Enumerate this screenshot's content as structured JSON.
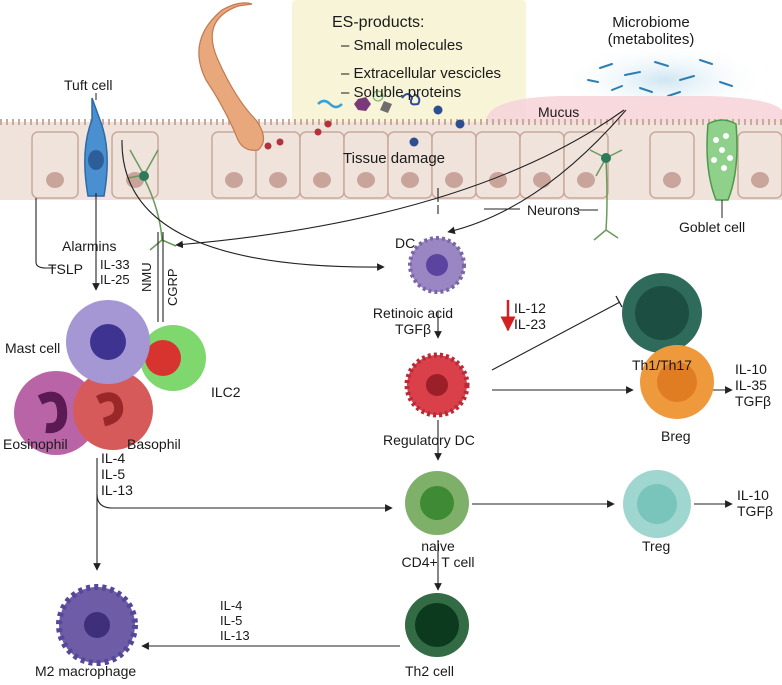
{
  "es_box": {
    "title": "ES-products:",
    "items": [
      "– Small molecules",
      "– Extracellular vescicles",
      "– Soluble proteins"
    ],
    "tissue_damage": "Tissue damage"
  },
  "microbiome": {
    "line1": "Microbiome",
    "line2": "(metabolites)"
  },
  "mucus": "Mucus",
  "tuft_cell": "Tuft cell",
  "neurons": "Neurons",
  "goblet_cell": "Goblet cell",
  "alarmins": "Alarmins",
  "tslp": "TSLP",
  "il33_il25": [
    "IL-33",
    "IL-25"
  ],
  "nmu": "NMU",
  "cgrp": "CGRP",
  "dc": "DC",
  "retinoic_acid": {
    "line1": "Retinoic acid",
    "line2": "TGFβ"
  },
  "il12_il23": [
    "IL-12",
    "IL-23"
  ],
  "th1_th17": "Th1/Th17",
  "mast_cell": "Mast cell",
  "ilc2": "ILC2",
  "eosinophil": "Eosinophil",
  "basophil": "Basophil",
  "regulatory_dc": "Regulatory DC",
  "breg": "Breg",
  "breg_cytokines": [
    "IL-10",
    "IL-35",
    "TGFβ"
  ],
  "left_cytokines": [
    "IL-4",
    "IL-5",
    "IL-13"
  ],
  "naive_cd4": {
    "line1": "naive",
    "line2": "CD4+ T cell"
  },
  "treg": "Treg",
  "treg_cytokines": [
    "IL-10",
    "TGFβ"
  ],
  "m2_cytokines": [
    "IL-4",
    "IL-5",
    "IL-13"
  ],
  "m2_macrophage": "M2 macrophage",
  "th2_cell": "Th2 cell",
  "colors": {
    "epithelium": "#efe3dc",
    "epithelium_edge": "#c9a99a",
    "nucleus": "#c9a49a",
    "es_box": "#f8f4d8",
    "mucus": "#f6d5da",
    "worm": "#e8a87c",
    "dc": "#9b86c4",
    "regulatory_dc": "#d9404a",
    "th1": "#2e6b5b",
    "breg": "#ee9a3c",
    "naive": "#7fb06a",
    "treg": "#9fd6cf",
    "th2": "#336b44",
    "mast": "#a596d4",
    "ilc2": "#7ed86e",
    "eosinophil": "#b964a6",
    "basophil": "#d65a5a",
    "macrophage": "#6f5ca6",
    "inhibit_arrow": "#d32020"
  }
}
